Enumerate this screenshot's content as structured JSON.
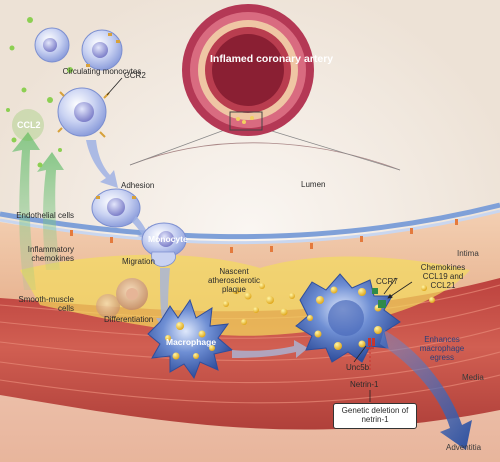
{
  "labels": {
    "artery_title": "Inflamed coronary artery",
    "circulating_monocytes": "Circulating monocytes",
    "ccr2": "CCR2",
    "ccl2": "CCL2",
    "adhesion": "Adhesion",
    "lumen": "Lumen",
    "endothelial_cells": "Endothelial cells",
    "monocyte": "Monocyte",
    "inflammatory_chemokines": "Inflammatory chemokines",
    "migration": "Migration",
    "intima": "Intima",
    "nascent_plaque": "Nascent atherosclerotic plaque",
    "smooth_muscle_cells": "Smooth-muscle cells",
    "differentiation": "Differentiation",
    "ccr7": "CCR7",
    "chemokines_ccl19_ccl21": "Chemokines CCL19 and CCL21",
    "macrophage": "Macrophage",
    "enhances_egress": "Enhances macrophage egress",
    "unc5b": "Unc5b",
    "netrin1": "Netrin-1",
    "media": "Media",
    "genetic_deletion": "Genetic deletion of netrin-1",
    "adventitia": "Adventitia"
  },
  "colors": {
    "background": "#f6efe6",
    "artery_wall": "#c0405a",
    "lumen_band": "#f3d6cc",
    "intima_yellow": "#f4dc5e",
    "media_red": "#c44a46",
    "monocyte_blue": "#8fa2e2",
    "macrophage_blue": "#5a7ac6",
    "ccl2_green": "#6fbf3e",
    "egress_arrow": "#3a5fb0"
  }
}
